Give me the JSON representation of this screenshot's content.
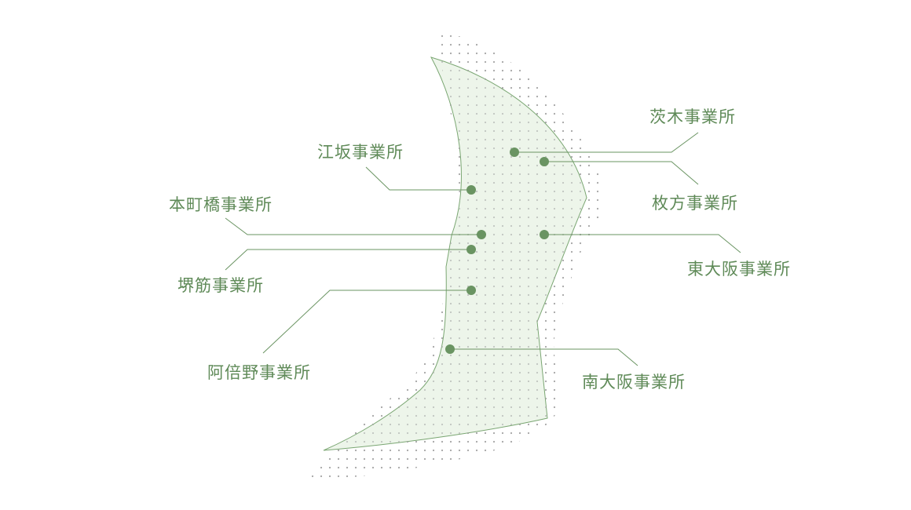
{
  "colors": {
    "accent": "#6a9462",
    "region_fill": "#eaf3e6",
    "region_stroke": "#7aa672",
    "dots": "#a8a8a8",
    "label_text": "#5f8a58"
  },
  "offices": [
    {
      "id": "ibaraki",
      "name": "茨木事業所"
    },
    {
      "id": "esaka",
      "name": "江坂事業所"
    },
    {
      "id": "hirakata",
      "name": "枚方事業所"
    },
    {
      "id": "honmachibashi",
      "name": "本町橋事業所"
    },
    {
      "id": "higashiosaka",
      "name": "東大阪事業所"
    },
    {
      "id": "sakaisuji",
      "name": "堺筋事業所"
    },
    {
      "id": "abeno",
      "name": "阿倍野事業所"
    },
    {
      "id": "minamiosaka",
      "name": "南大阪事業所"
    }
  ]
}
